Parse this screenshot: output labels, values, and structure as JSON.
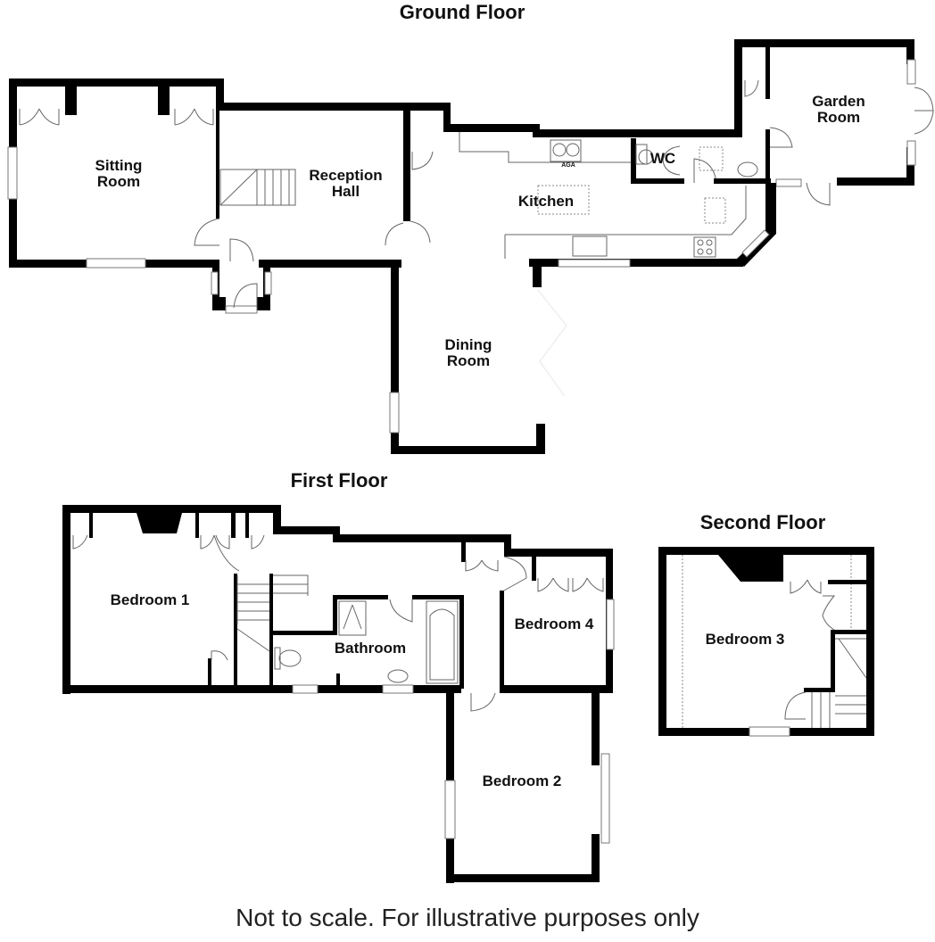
{
  "floors": {
    "ground": {
      "title": "Ground Floor",
      "rooms": {
        "sitting_room": "Sitting\nRoom",
        "reception_hall": "Reception\nHall",
        "kitchen": "Kitchen",
        "wc": "WC",
        "garden_room": "Garden\nRoom",
        "dining_room": "Dining\nRoom"
      },
      "fixtures": {
        "aga_label": "AGA"
      }
    },
    "first": {
      "title": "First Floor",
      "rooms": {
        "bedroom_1": "Bedroom 1",
        "bathroom": "Bathroom",
        "bedroom_4": "Bedroom 4",
        "bedroom_2": "Bedroom 2"
      }
    },
    "second": {
      "title": "Second Floor",
      "rooms": {
        "bedroom_3": "Bedroom 3"
      }
    }
  },
  "footer": {
    "disclaimer": "Not to scale. For illustrative purposes only"
  }
}
